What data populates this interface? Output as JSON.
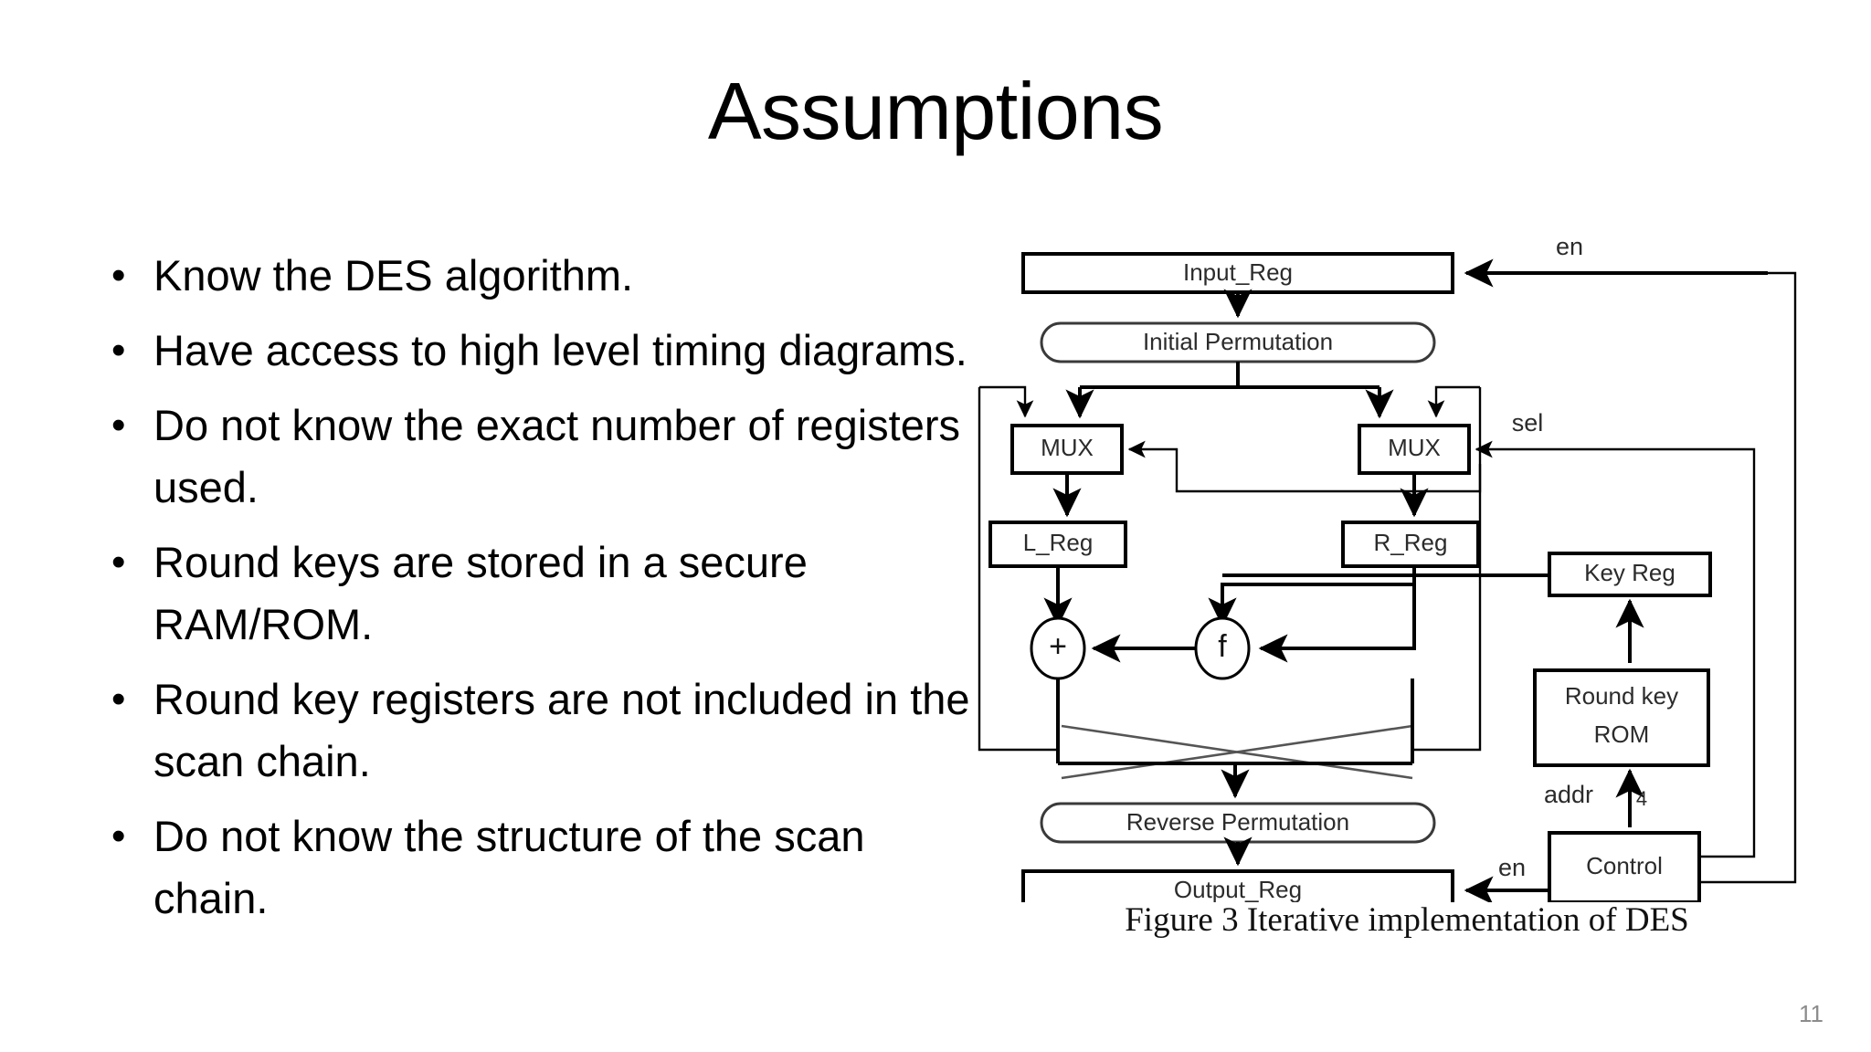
{
  "slide": {
    "title": "Assumptions",
    "page_number": "11",
    "background_color": "#ffffff",
    "text_color": "#000000",
    "page_number_color": "#8c8c8c"
  },
  "bullets": [
    {
      "marker": "•",
      "text": "Know the DES algorithm."
    },
    {
      "marker": "•",
      "text": "Have access to high level timing diagrams."
    },
    {
      "marker": "•",
      "text": "Do not know the exact number of registers used."
    },
    {
      "marker": "•",
      "text": "Round keys are stored in a secure RAM/ROM."
    },
    {
      "marker": "•",
      "text": "Round key registers are not included in the scan chain."
    },
    {
      "marker": "•",
      "text": "Do not know the structure of the scan chain."
    }
  ],
  "figure": {
    "caption": "Figure 3 Iterative implementation of DES",
    "blocks": {
      "input_reg": "Input_Reg",
      "initial_permutation": "Initial Permutation",
      "mux_left": "MUX",
      "mux_right": "MUX",
      "l_reg": "L_Reg",
      "r_reg": "R_Reg",
      "xor_op": "+",
      "f_op": "f",
      "key_reg": "Key Reg",
      "round_key_rom_line1": "Round key",
      "round_key_rom_line2": "ROM",
      "control": "Control",
      "reverse_permutation": "Reverse Permutation",
      "output_reg": "Output_Reg"
    },
    "signals": {
      "en_top": "en",
      "sel": "sel",
      "addr": "addr",
      "addr_width": "4",
      "en_bottom": "en"
    }
  }
}
